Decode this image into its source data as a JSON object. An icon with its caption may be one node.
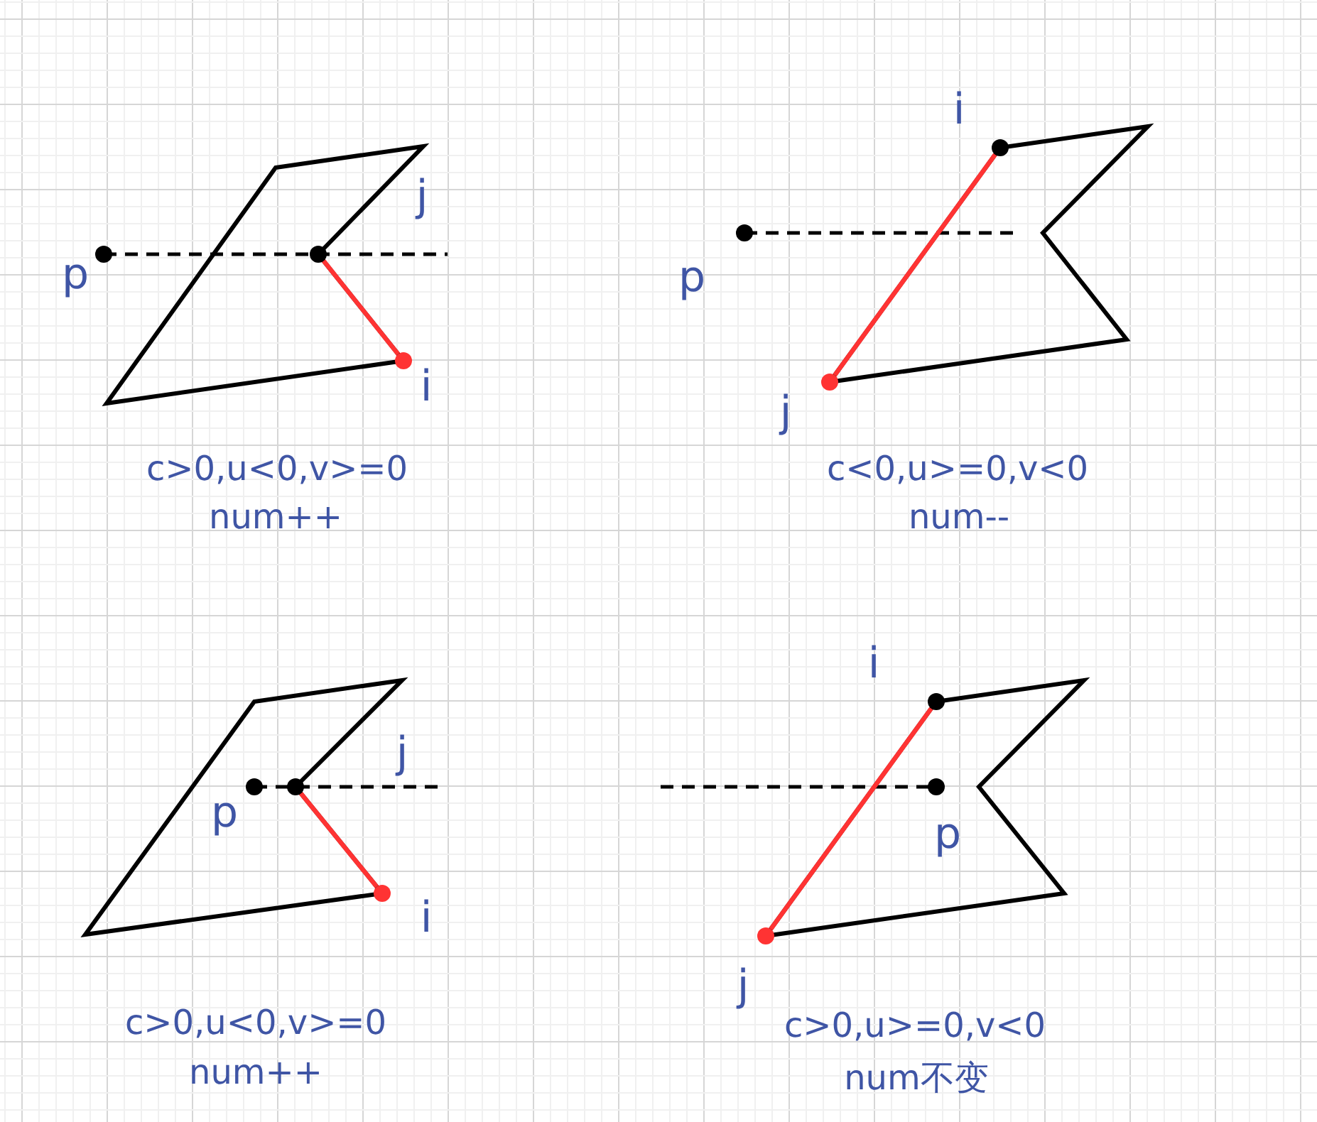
{
  "diagram": {
    "nodes": [
      {
        "text": [],
        "shape": "circle",
        "beside": [
          "p"
        ]
      },
      {
        "text": [],
        "shape": "circle",
        "beside": [
          "j"
        ]
      },
      {
        "text": [],
        "shape": "circle",
        "beside": [
          "i"
        ]
      },
      {
        "text": [],
        "shape": "circle",
        "beside": [
          "i"
        ]
      },
      {
        "text": [],
        "shape": "circle",
        "beside": [
          "p"
        ]
      },
      {
        "text": [],
        "shape": "circle",
        "beside": [
          "j"
        ]
      },
      {
        "text": [],
        "shape": "circle",
        "beside": [
          "p"
        ]
      },
      {
        "text": [],
        "shape": "circle",
        "beside": [
          "j"
        ]
      },
      {
        "text": [],
        "shape": "circle",
        "beside": [
          "i"
        ]
      },
      {
        "text": [],
        "shape": "circle",
        "beside": [
          "i"
        ]
      },
      {
        "text": [],
        "shape": "circle",
        "beside": [
          "p"
        ]
      },
      {
        "text": [],
        "shape": "circle",
        "beside": [
          "j"
        ]
      }
    ],
    "edges": [
      {
        "from": 2,
        "to": 1,
        "arrow": "none",
        "color": "#ff3333"
      },
      {
        "from": 3,
        "to": 5,
        "arrow": "none",
        "color": "#ff3333"
      },
      {
        "from": 8,
        "to": 7,
        "arrow": "none",
        "color": "#ff3333"
      },
      {
        "from": 9,
        "to": 11,
        "arrow": "none",
        "color": "#ff3333"
      }
    ],
    "labels": [
      "c>0,u<0,v>=0",
      "num++",
      "c<0,u>=0,v<0",
      "num--",
      "c>0,u<0,v>=0",
      "num++",
      "c>0,u>=0,v<0",
      "num不变"
    ]
  }
}
